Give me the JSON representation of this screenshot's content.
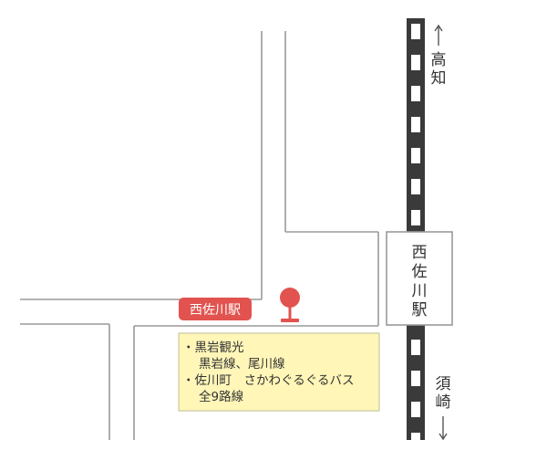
{
  "directions": {
    "north_destination": "高知",
    "south_destination": "須崎"
  },
  "station": {
    "name": "西佐川駅"
  },
  "bus_stop": {
    "label": "西佐川駅"
  },
  "info_box": {
    "line1": "・黒岩観光",
    "line2": "黒岩線、尾川線",
    "line3": "・佐川町　さかわぐるぐるバス",
    "line4": "全9路線"
  },
  "colors": {
    "road_outline": "#9a9a9a",
    "rail_outline": "#3a3a3a",
    "bus_stop": "#e2534f",
    "info_fill": "#fff6b8",
    "info_border": "#c9c9a0",
    "text": "#333333"
  },
  "icons": {
    "bus_stop": "bus-stop-pin-icon",
    "arrow_north": "arrow-up-icon",
    "arrow_south": "arrow-down-icon"
  }
}
